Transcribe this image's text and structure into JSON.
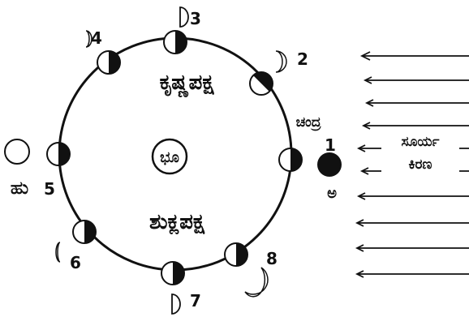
{
  "labels": {
    "earth": "ಭೂ",
    "waning_half": "ಕೃಷ್ಣಪಕ್ಷ",
    "waxing_half": "ಶುಕ್ಲಪಕ್ಷ",
    "moon": "ಚಂದ್ರ",
    "sunlight_line1": "ಸೂರ್ಯ",
    "sunlight_line2": "ಕಿರಣ",
    "full_moon_mark": "ಹು",
    "new_moon_mark": "ಅ"
  },
  "positions": [
    {
      "number": "1",
      "shade": "dark-outside"
    },
    {
      "number": "2",
      "shade": "half"
    },
    {
      "number": "3",
      "shade": "half"
    },
    {
      "number": "4",
      "shade": "half"
    },
    {
      "number": "5",
      "shade": "half"
    },
    {
      "number": "6",
      "shade": "half"
    },
    {
      "number": "7",
      "shade": "half"
    },
    {
      "number": "8",
      "shade": "half"
    }
  ],
  "colors": {
    "ink": "#111111",
    "paper": "#ffffff"
  }
}
